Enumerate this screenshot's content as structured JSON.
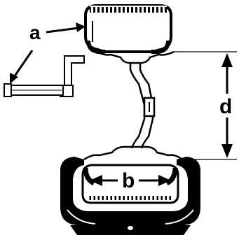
{
  "labels": {
    "a": "a",
    "b": "b",
    "d": "d"
  },
  "colors": {
    "ink": "#000000",
    "paper": "#ffffff"
  }
}
